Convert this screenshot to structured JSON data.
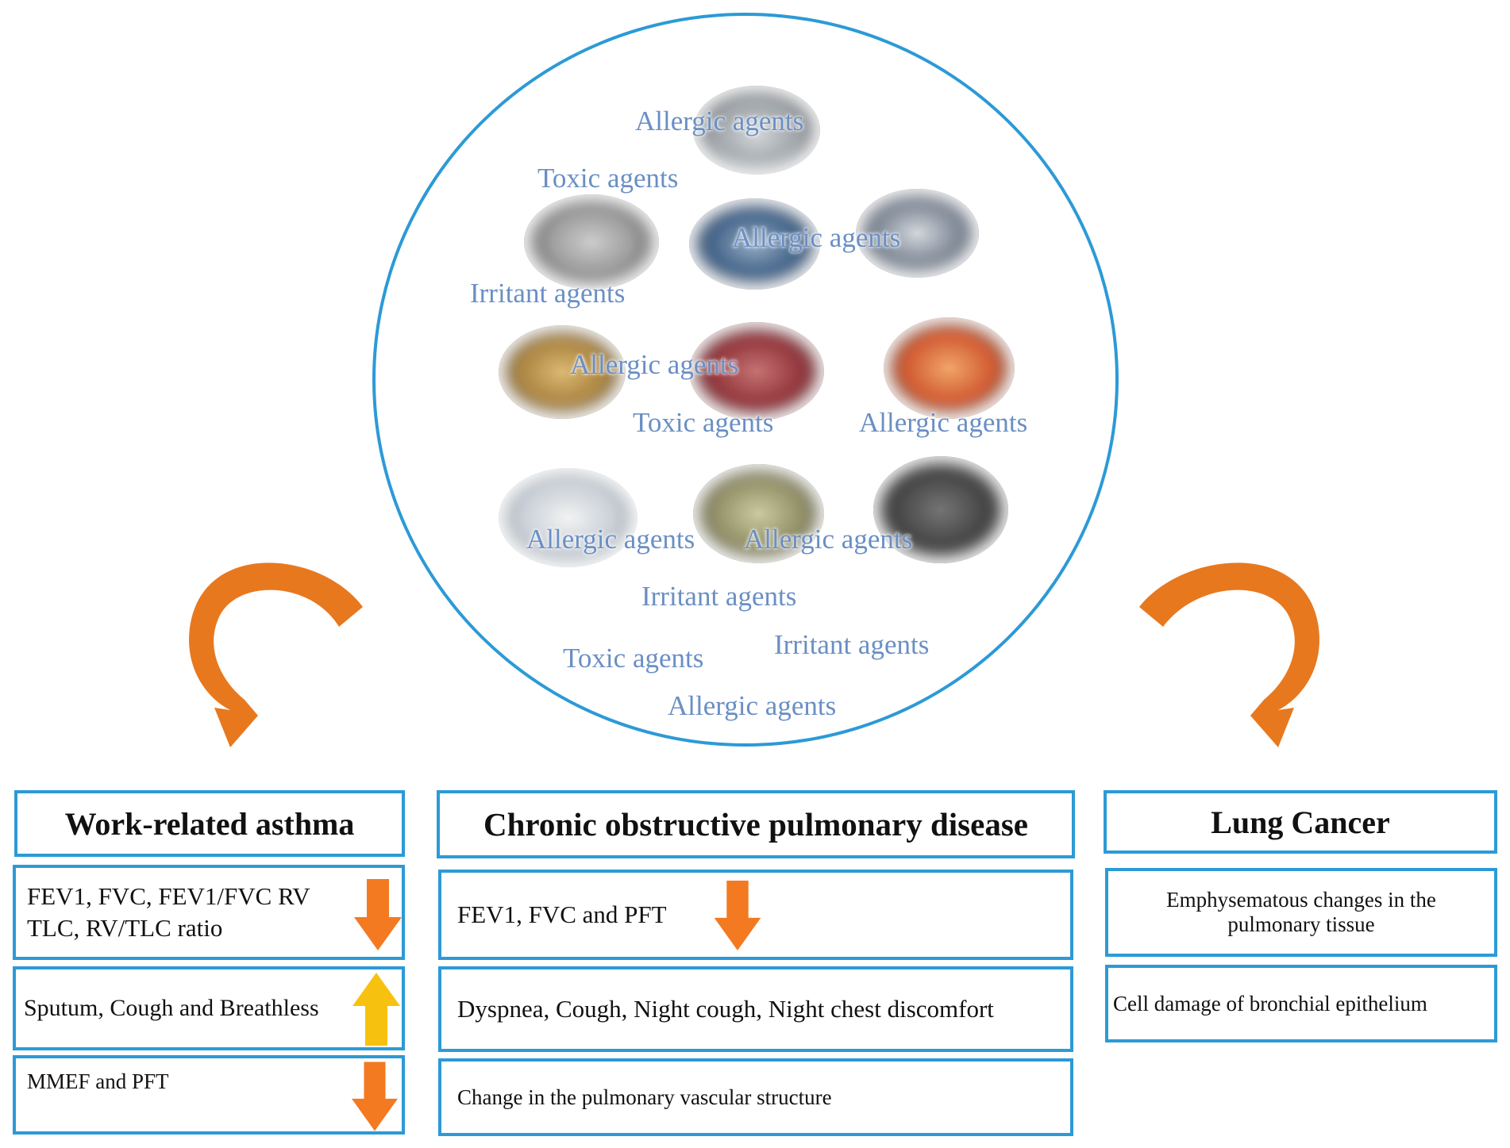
{
  "agent_labels": [
    "Allergic agents",
    "Toxic agents",
    "Allergic agents",
    "Irritant agents",
    "Allergic agents",
    "Toxic agents",
    "Allergic agents",
    "Allergic agents",
    "Allergic agents",
    "Irritant agents",
    "Toxic agents",
    "Irritant agents",
    "Allergic agents"
  ],
  "asthma": {
    "title": "Work-related asthma",
    "row1_line1": "FEV1, FVC, FEV1/FVC RV",
    "row1_line2": "TLC,  RV/TLC ratio",
    "row2": "Sputum, Cough and Breathless",
    "row3": "MMEF and PFT"
  },
  "copd": {
    "title": "Chronic obstructive pulmonary disease",
    "row1": "FEV1, FVC and  PFT",
    "row2": "Dyspnea, Cough, Night cough, Night chest discomfort",
    "row3": "Change in the pulmonary vascular structure"
  },
  "cancer": {
    "title": "Lung Cancer",
    "row1_line1": "Emphysematous changes in the",
    "row1_line2": "pulmonary tissue",
    "row2": "Cell damage of bronchial epithelium"
  },
  "colors": {
    "border": "#2c9ad6",
    "arrow_orange": "#f37a21",
    "arrow_yellow": "#f7c20f",
    "curve_orange": "#e8781e",
    "agent_text": "#6a8fc4"
  }
}
